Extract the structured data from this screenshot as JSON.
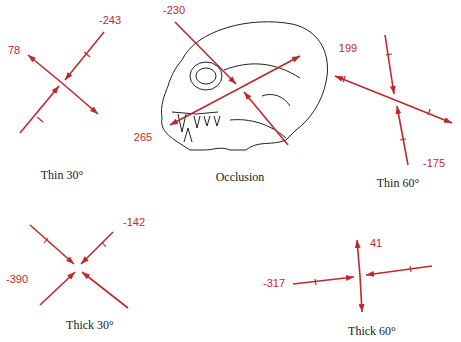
{
  "diagram": {
    "labels": [
      "-243",
      "78",
      "Thin 30°",
      "-230",
      "265",
      "Occlusion",
      "199",
      "-175",
      "Thin 60°",
      "-142",
      "-390",
      "Thick 30°",
      "41",
      "-317",
      "Thick 60°"
    ]
  }
}
